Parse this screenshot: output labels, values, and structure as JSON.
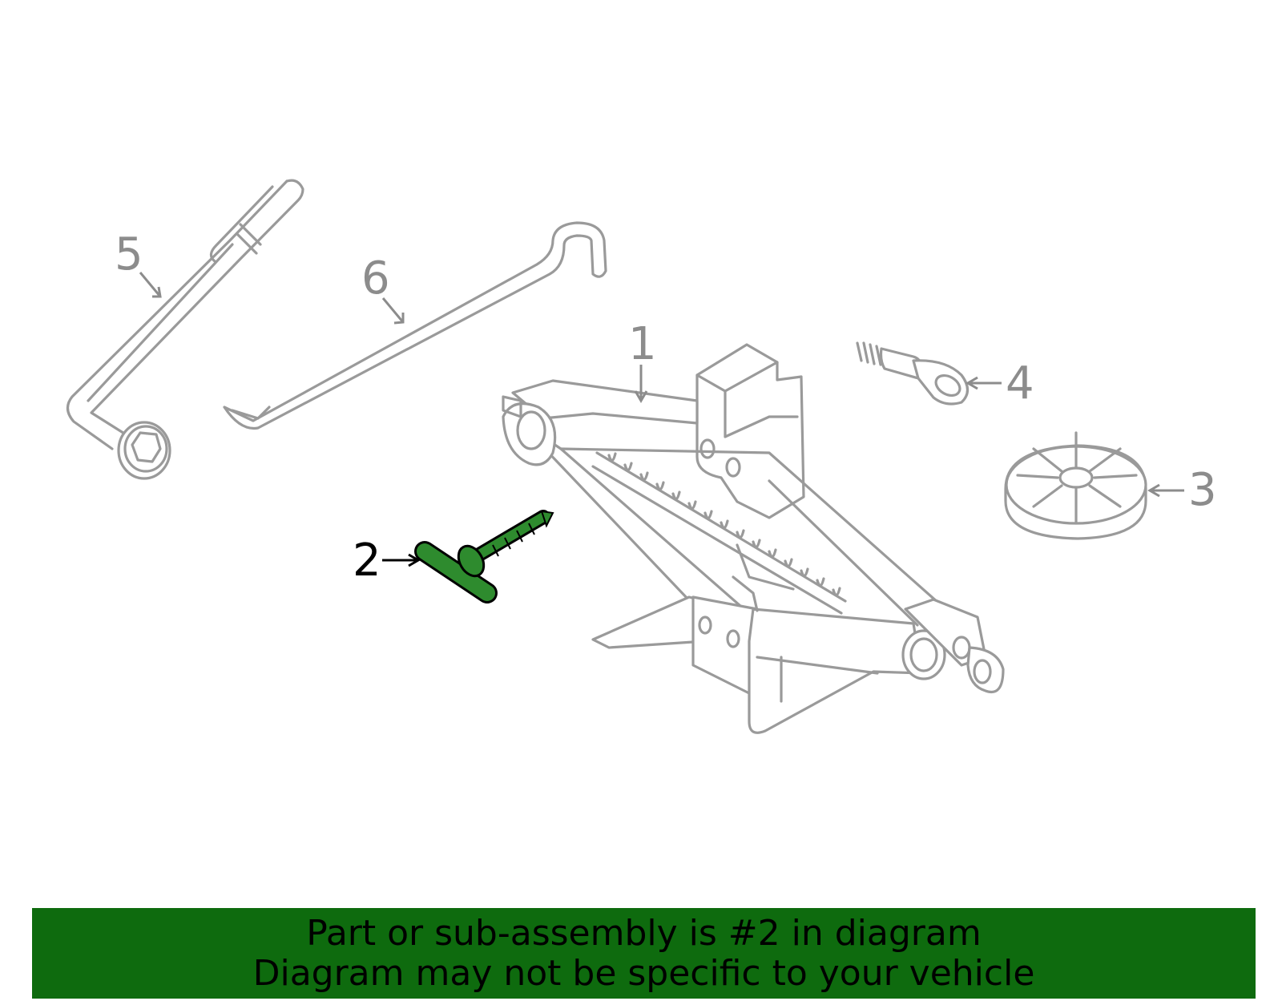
{
  "callouts": {
    "c1": "1",
    "c2": "2",
    "c3": "3",
    "c4": "4",
    "c5": "5",
    "c6": "6"
  },
  "highlight": {
    "part_number": "2",
    "color": "#1f7a1f"
  },
  "banner": {
    "line1": "Part or sub-assembly is #2 in diagram",
    "line2": "Diagram may not be specific to your vehicle",
    "background": "#0e6b0e"
  },
  "colors": {
    "line_art": "#9a9a9a",
    "callout_text": "#8c8c8c"
  }
}
